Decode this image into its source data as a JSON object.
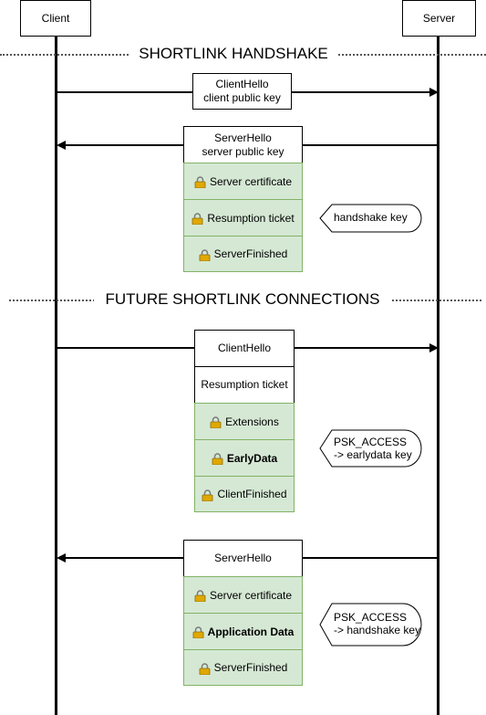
{
  "participants": {
    "client": "Client",
    "server": "Server"
  },
  "sections": {
    "handshake": "SHORTLINK HANDSHAKE",
    "future": "FUTURE SHORTLINK CONNECTIONS"
  },
  "msg1": {
    "line1": "ClientHello",
    "line2": "client public key"
  },
  "msg2": {
    "line1": "ServerHello",
    "line2": "server public key",
    "encrypted": [
      "Server certificate",
      "Resumption ticket",
      "ServerFinished"
    ]
  },
  "callout1": {
    "text": "handshake key"
  },
  "msg3": {
    "header": "ClientHello",
    "plain": "Resumption ticket",
    "encrypted": [
      "Extensions",
      "EarlyData",
      "ClientFinished"
    ]
  },
  "callout2": {
    "line1": "PSK_ACCESS",
    "line2": "-> earlydata key"
  },
  "msg4": {
    "header": "ServerHello",
    "encrypted": [
      "Server certificate",
      "Application Data",
      "ServerFinished"
    ]
  },
  "callout3": {
    "line1": "PSK_ACCESS",
    "line2": "-> handshake key"
  },
  "colors": {
    "encrypted_fill": "#d5e8d4",
    "encrypted_border": "#82b366"
  }
}
